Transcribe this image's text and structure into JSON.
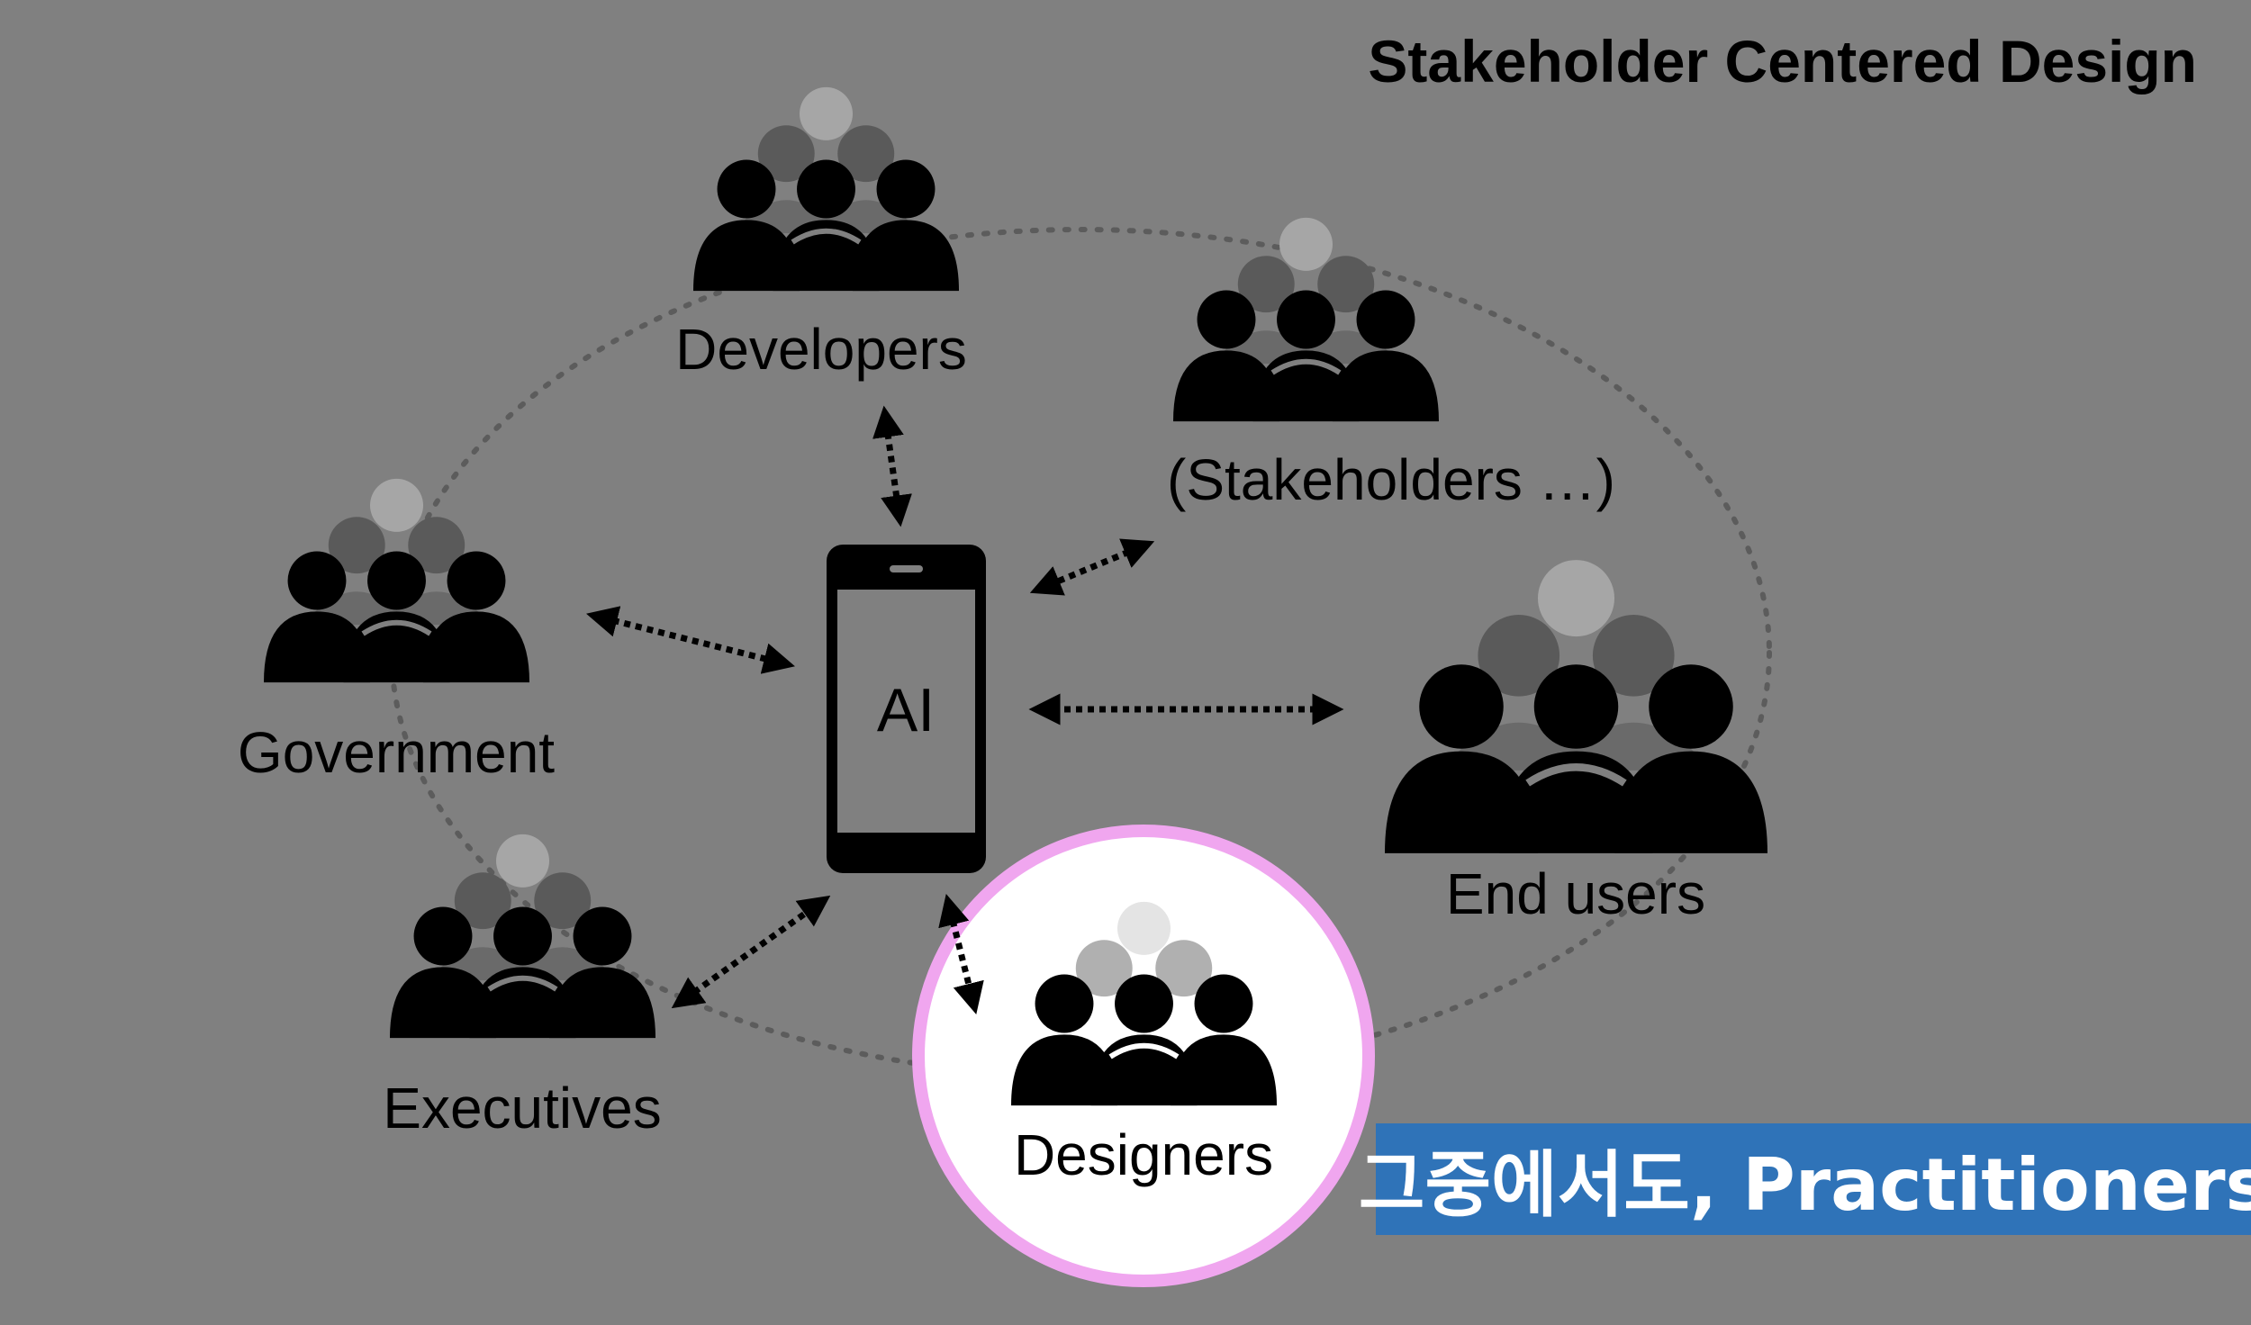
{
  "title": "Stakeholder Centered Design",
  "device_label": "AI",
  "groups": {
    "developers": "Developers",
    "stakeholders": "(Stakeholders …)",
    "government": "Government",
    "end_users": "End users",
    "executives": "Executives",
    "designers": "Designers"
  },
  "banner": "그중에서도, Practitioners",
  "colors": {
    "background": "#808080",
    "highlight_ring": "#f0a6ef",
    "banner": "#2f73b8"
  }
}
